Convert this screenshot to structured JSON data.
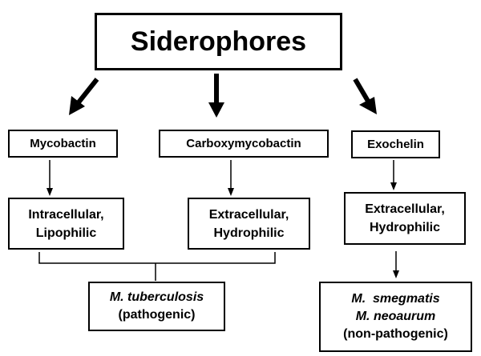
{
  "title": "Siderophores",
  "siderophores": [
    {
      "name": "Mycobactin",
      "properties": [
        "Intracellular,",
        "Lipophilic"
      ]
    },
    {
      "name": "Carboxymycobactin",
      "properties": [
        "Extracellular,",
        "Hydrophilic"
      ]
    },
    {
      "name": "Exochelin",
      "properties": [
        "Extracellular,",
        "Hydrophilic"
      ]
    }
  ],
  "organisms": {
    "pathogenic": {
      "species": [
        "M. tuberculosis"
      ],
      "label": "(pathogenic)"
    },
    "non_pathogenic": {
      "species": [
        "M.  smegmatis",
        "M. neoaurum"
      ],
      "label": "(non-pathogenic)"
    }
  }
}
